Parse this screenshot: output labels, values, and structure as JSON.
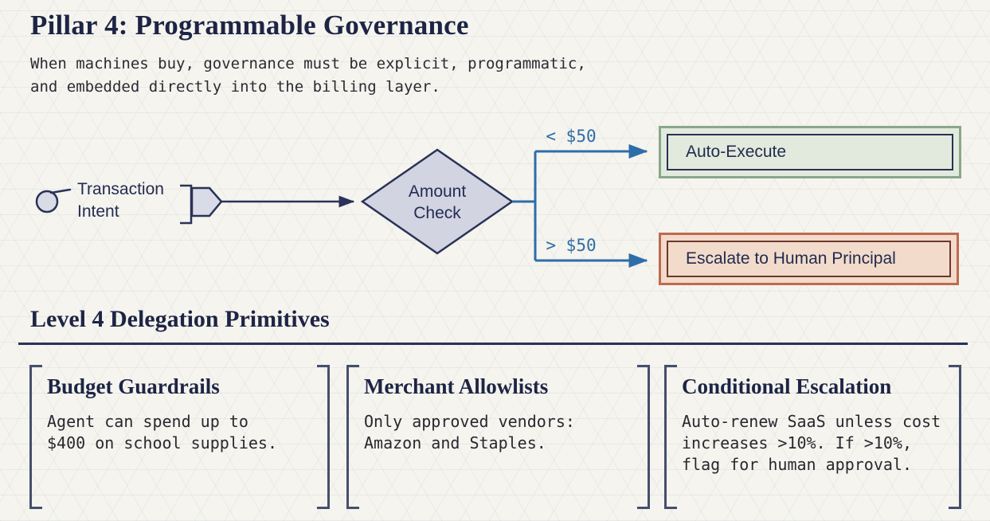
{
  "page": {
    "title": "Pillar 4: Programmable Governance",
    "subtitle": "When machines buy, governance must be explicit, programmatic,\nand embedded directly into the billing layer."
  },
  "flowchart": {
    "start_label": "Transaction\nIntent",
    "decision_label": "Amount\nCheck",
    "branch_under_label": "< $50",
    "branch_over_label": "> $50",
    "auto_execute_label": "Auto-Execute",
    "escalate_label": "Escalate to Human Principal",
    "icons": {
      "start_icon": "start-state-circle",
      "connector_icon": "bracket-tag"
    }
  },
  "section": {
    "title": "Level 4 Delegation Primitives"
  },
  "cards": [
    {
      "title": "Budget Guardrails",
      "body": "Agent can spend up to\n$400 on school supplies."
    },
    {
      "title": "Merchant Allowlists",
      "body": "Only approved vendors:\nAmazon and Staples."
    },
    {
      "title": "Conditional Escalation",
      "body": "Auto-renew SaaS unless cost\nincreases >10%. If >10%,\nflag for human approval."
    }
  ],
  "colors": {
    "background": "#f5f4ee",
    "navy": "#2a3258",
    "heading_navy": "#1d2445",
    "branch_blue": "#2e6da8",
    "diamond_fill": "#d2d4e2",
    "green_border": "#8aa78a",
    "green_fill": "#e2eadd",
    "red_border": "#bf6a4e",
    "red_fill": "#f2dbcb",
    "red_inner_border": "#6d382b"
  }
}
